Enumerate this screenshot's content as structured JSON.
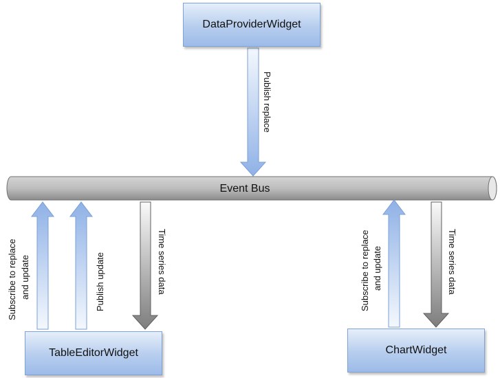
{
  "nodes": {
    "provider": "DataProviderWidget",
    "table_editor": "TableEditorWidget",
    "chart": "ChartWidget",
    "bus": "Event Bus"
  },
  "edges": {
    "provider_publish": "Publish replace",
    "table_subscribe_line1": "Subscribe to replace",
    "table_subscribe_line2": "and update",
    "table_publish": "Publish update",
    "table_timeseries": "Time series data",
    "chart_subscribe_line1": "Subscribe to replace",
    "chart_subscribe_line2": "and update",
    "chart_timeseries": "Time series data"
  },
  "colors": {
    "blue_arrow": "#9dbbe8",
    "grey_arrow": "#8c8c8c",
    "box_fill": "#b6cdee",
    "bus_fill": "#b9b9b9"
  }
}
